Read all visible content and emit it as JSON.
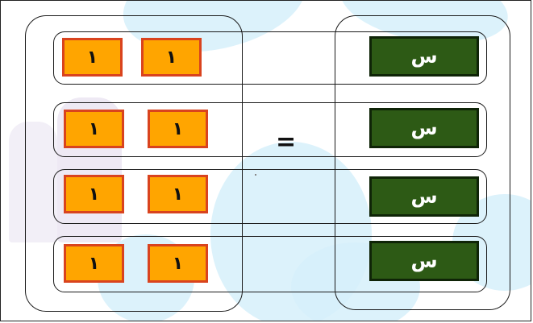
{
  "diagram": {
    "left_side": {
      "rows": [
        [
          "١",
          "١"
        ],
        [
          "١",
          "١"
        ],
        [
          "١",
          "١"
        ],
        [
          "١",
          "١"
        ]
      ]
    },
    "relation": "=",
    "right_side": {
      "rows": [
        "س",
        "س",
        "س",
        "س"
      ]
    },
    "colors": {
      "unit_tile_fill": "#ffa500",
      "unit_tile_border": "#d9431e",
      "variable_tile_fill": "#2d5a15",
      "variable_tile_text": "#ffffff"
    }
  }
}
